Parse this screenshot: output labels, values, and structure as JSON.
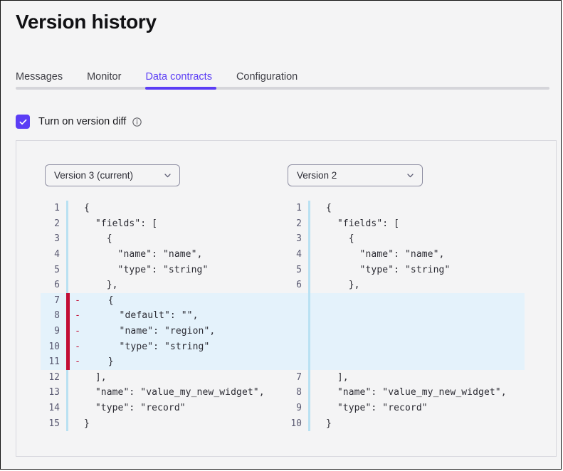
{
  "header": {
    "title": "Version history"
  },
  "tabs": [
    {
      "label": "Messages",
      "active": false
    },
    {
      "label": "Monitor",
      "active": false
    },
    {
      "label": "Data contracts",
      "active": true
    },
    {
      "label": "Configuration",
      "active": false
    }
  ],
  "diff_toggle": {
    "label": "Turn on version diff",
    "checked": true,
    "info_icon": "info-circle-icon"
  },
  "selectors": {
    "left": {
      "value": "Version 3 (current)",
      "icon": "chevron-down-icon"
    },
    "right": {
      "value": "Version 2",
      "icon": "chevron-down-icon"
    }
  },
  "colors": {
    "accent": "#5b3df5",
    "removed_marker": "#c20e35",
    "unchanged_gutter": "#b9e1f2",
    "highlight_background": "#e4f2fb",
    "page_background": "#f4f4f5",
    "card_border": "#d8d8de"
  },
  "diff": {
    "left_pane": {
      "title": "Version 3 (current)",
      "lines": [
        {
          "n": "1",
          "marker": "",
          "text": "{",
          "state": "unchanged"
        },
        {
          "n": "2",
          "marker": "",
          "text": "  \"fields\": [",
          "state": "unchanged"
        },
        {
          "n": "3",
          "marker": "",
          "text": "    {",
          "state": "unchanged"
        },
        {
          "n": "4",
          "marker": "",
          "text": "      \"name\": \"name\",",
          "state": "unchanged"
        },
        {
          "n": "5",
          "marker": "",
          "text": "      \"type\": \"string\"",
          "state": "unchanged"
        },
        {
          "n": "6",
          "marker": "",
          "text": "    },",
          "state": "unchanged"
        },
        {
          "n": "7",
          "marker": "-",
          "text": "    {",
          "state": "removed"
        },
        {
          "n": "8",
          "marker": "-",
          "text": "      \"default\": \"\",",
          "state": "removed"
        },
        {
          "n": "9",
          "marker": "-",
          "text": "      \"name\": \"region\",",
          "state": "removed"
        },
        {
          "n": "10",
          "marker": "-",
          "text": "      \"type\": \"string\"",
          "state": "removed"
        },
        {
          "n": "11",
          "marker": "-",
          "text": "    }",
          "state": "removed"
        },
        {
          "n": "12",
          "marker": "",
          "text": "  ],",
          "state": "unchanged"
        },
        {
          "n": "13",
          "marker": "",
          "text": "  \"name\": \"value_my_new_widget\",",
          "state": "unchanged"
        },
        {
          "n": "14",
          "marker": "",
          "text": "  \"type\": \"record\"",
          "state": "unchanged"
        },
        {
          "n": "15",
          "marker": "",
          "text": "}",
          "state": "unchanged"
        }
      ]
    },
    "right_pane": {
      "title": "Version 2",
      "lines": [
        {
          "n": "1",
          "marker": "",
          "text": "{",
          "state": "unchanged"
        },
        {
          "n": "2",
          "marker": "",
          "text": "  \"fields\": [",
          "state": "unchanged"
        },
        {
          "n": "3",
          "marker": "",
          "text": "    {",
          "state": "unchanged"
        },
        {
          "n": "4",
          "marker": "",
          "text": "      \"name\": \"name\",",
          "state": "unchanged"
        },
        {
          "n": "5",
          "marker": "",
          "text": "      \"type\": \"string\"",
          "state": "unchanged"
        },
        {
          "n": "6",
          "marker": "",
          "text": "    },",
          "state": "unchanged"
        },
        {
          "n": "",
          "marker": "",
          "text": "",
          "state": "blank"
        },
        {
          "n": "",
          "marker": "",
          "text": "",
          "state": "blank"
        },
        {
          "n": "",
          "marker": "",
          "text": "",
          "state": "blank"
        },
        {
          "n": "",
          "marker": "",
          "text": "",
          "state": "blank"
        },
        {
          "n": "",
          "marker": "",
          "text": "",
          "state": "blank"
        },
        {
          "n": "7",
          "marker": "",
          "text": "  ],",
          "state": "unchanged"
        },
        {
          "n": "8",
          "marker": "",
          "text": "  \"name\": \"value_my_new_widget\",",
          "state": "unchanged"
        },
        {
          "n": "9",
          "marker": "",
          "text": "  \"type\": \"record\"",
          "state": "unchanged"
        },
        {
          "n": "10",
          "marker": "",
          "text": "}",
          "state": "unchanged"
        }
      ]
    }
  }
}
